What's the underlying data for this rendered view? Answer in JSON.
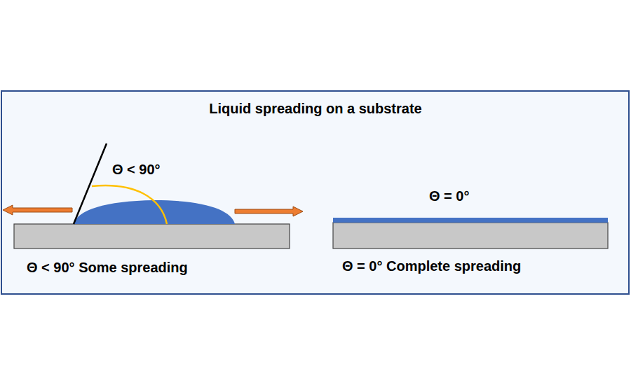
{
  "diagram": {
    "title": "Liquid spreading on a substrate",
    "labels": [
      "Θ < 90°",
      "Θ < 90° Some spreading",
      "Θ = 0°",
      "Θ = 0° Complete spreading"
    ]
  }
}
